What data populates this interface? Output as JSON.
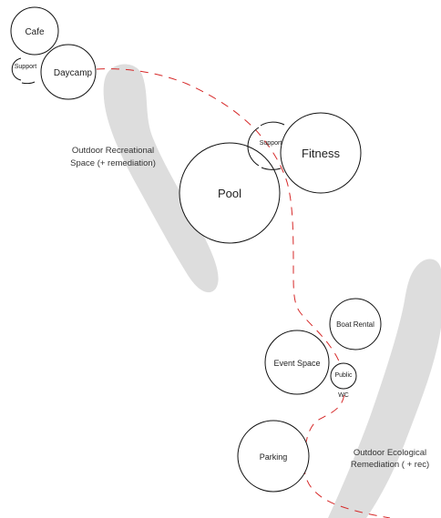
{
  "colors": {
    "background": "#ffffff",
    "stroke": "#111111",
    "path": "#d62828",
    "band": "#dddddd"
  },
  "nodes": {
    "cafe": "Cafe",
    "support_left": "Support",
    "daycamp": "Daycamp",
    "support_right": "Support",
    "fitness": "Fitness",
    "pool": "Pool",
    "boat_rental": "Boat Rental",
    "event_space": "Event Space",
    "public_wc_line1": "Public",
    "public_wc_line2": "WC",
    "parking": "Parking"
  },
  "areas": {
    "recreational_line1": "Outdoor Recreational",
    "recreational_line2": "Space (+ remediation)",
    "ecological_line1": "Outdoor Ecological",
    "ecological_line2": "Remediation ( + rec)"
  }
}
